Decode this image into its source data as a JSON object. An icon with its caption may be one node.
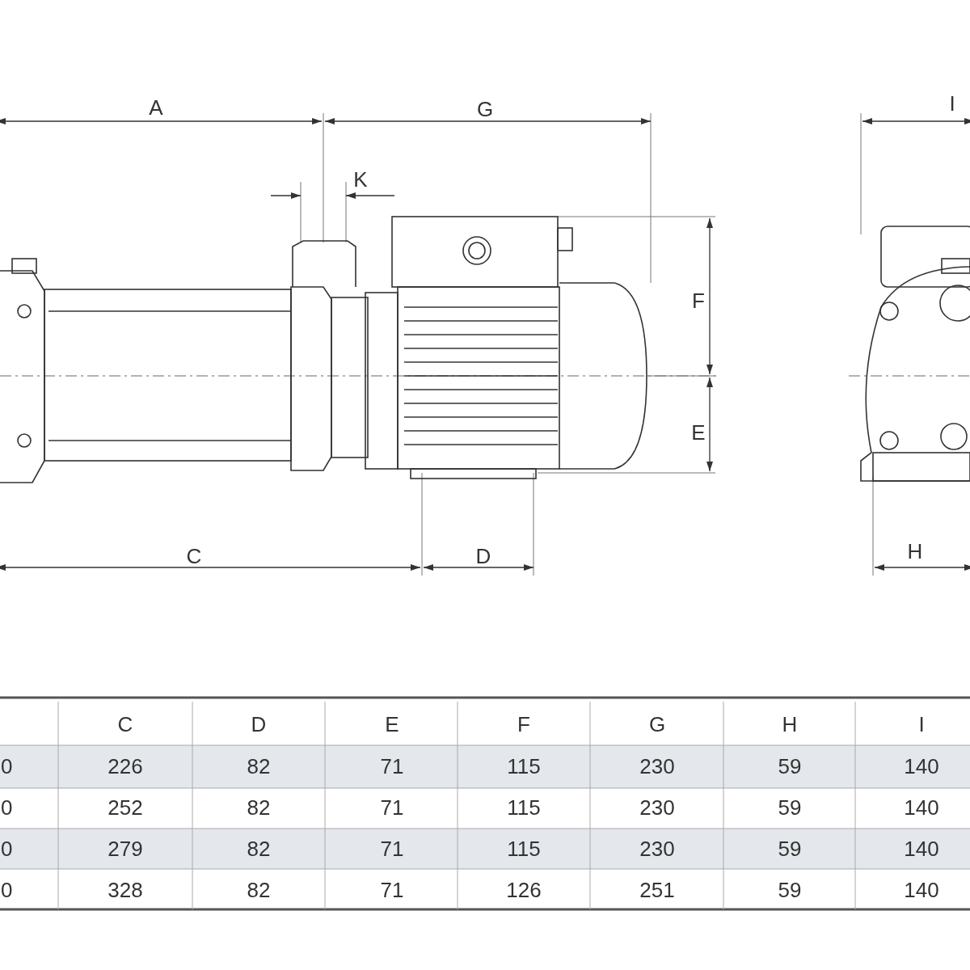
{
  "diagram": {
    "labels": [
      "A",
      "G",
      "I",
      "K",
      "F",
      "E",
      "C",
      "D",
      "H",
      "C",
      "D",
      "E",
      "F",
      "G",
      "H",
      "I",
      "0",
      "226",
      "82",
      "71",
      "115",
      "230",
      "59",
      "140",
      "0",
      "252",
      "82",
      "71",
      "115",
      "230",
      "59",
      "140",
      "0",
      "279",
      "82",
      "71",
      "115",
      "230",
      "59",
      "140",
      "0",
      "328",
      "82",
      "71",
      "126",
      "251",
      "59",
      "140"
    ]
  }
}
